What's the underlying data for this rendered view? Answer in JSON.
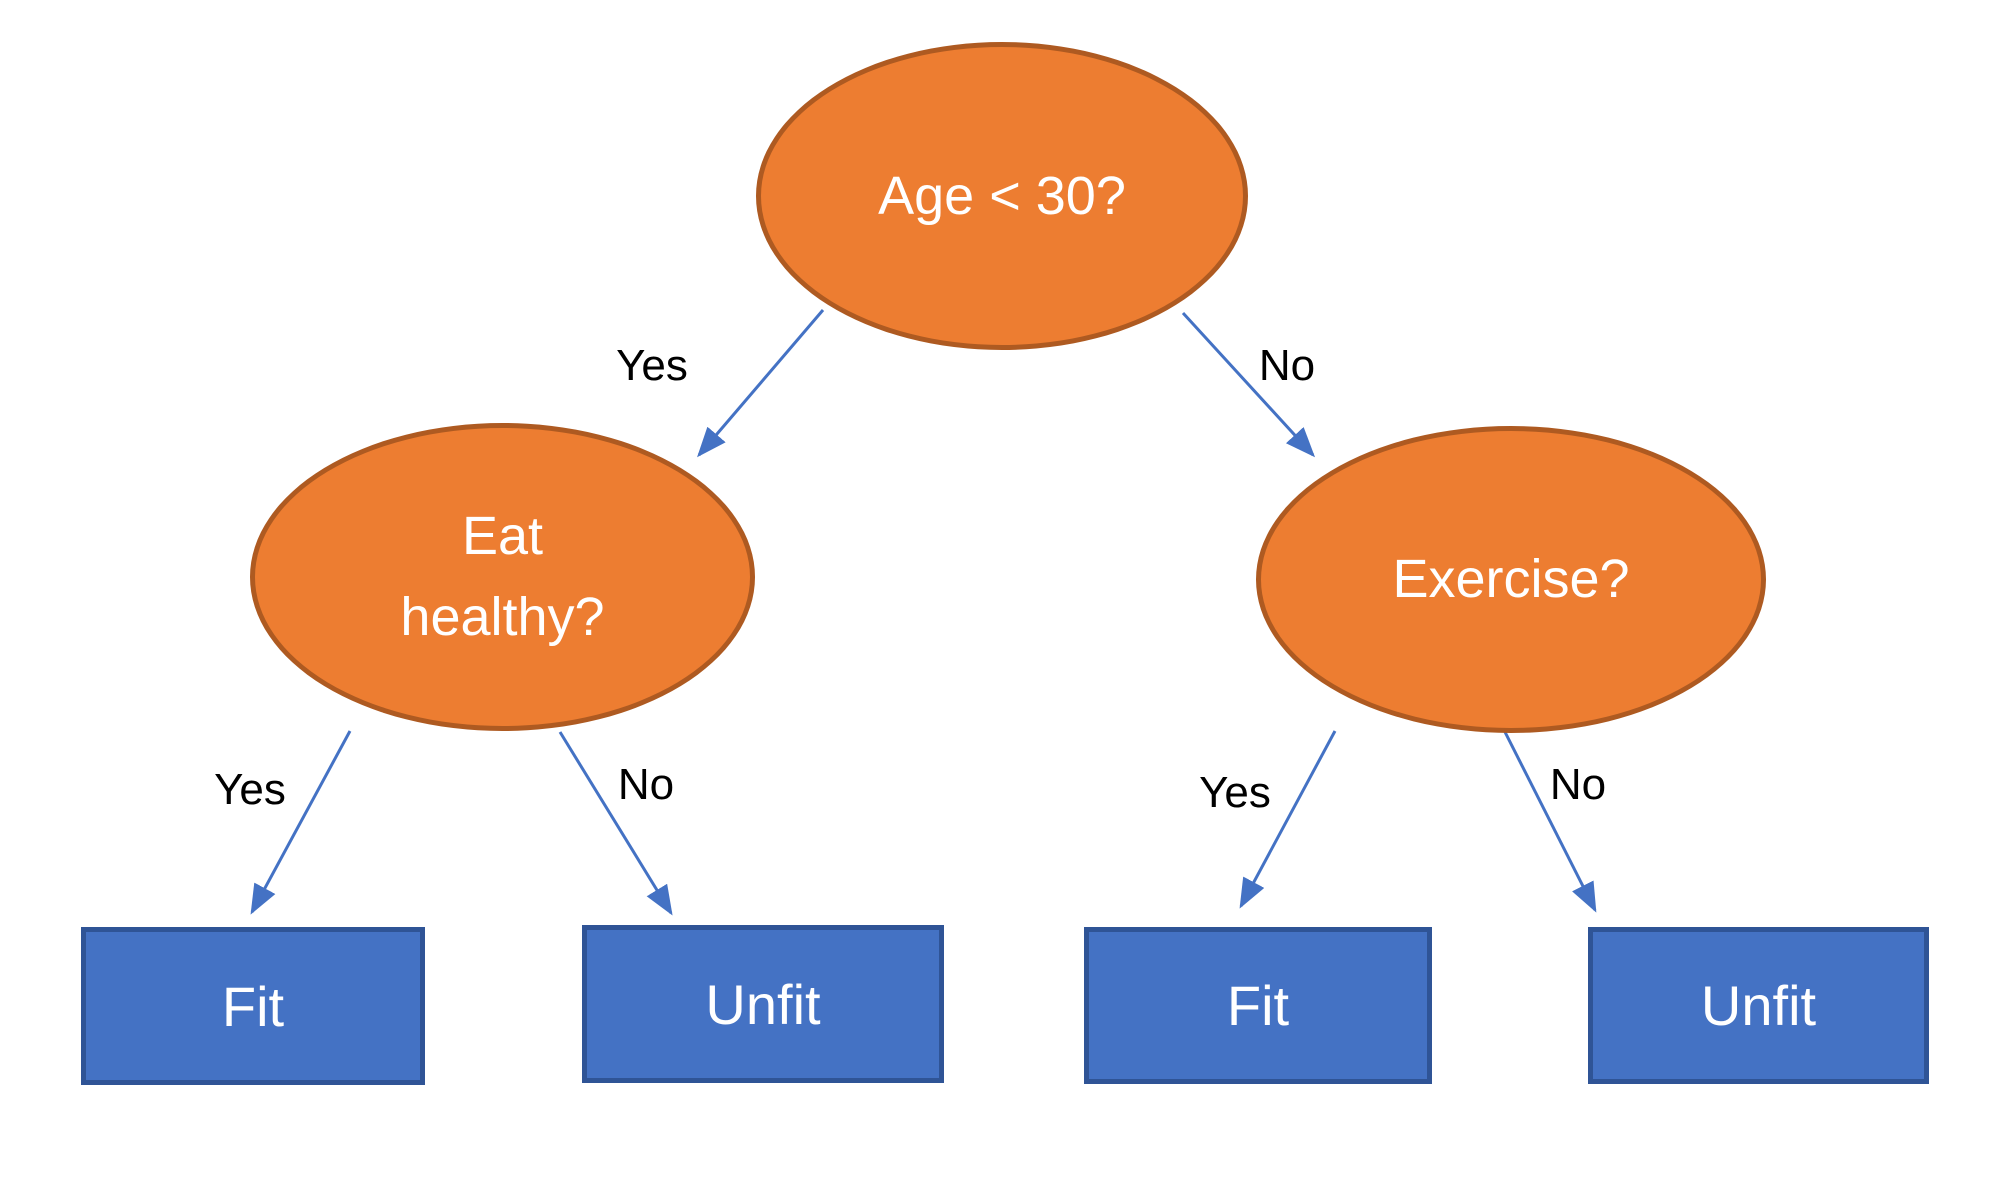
{
  "colors": {
    "background": "#FFFFFF",
    "decision_fill": "#ED7D31",
    "decision_border": "#AE5A21",
    "leaf_fill": "#4472C4",
    "leaf_border": "#2F5496",
    "edge": "#4472C4",
    "edge_label": "#000000",
    "node_text": "#FFFFFF"
  },
  "tree": {
    "root": {
      "label": "Age < 30?"
    },
    "decisions": [
      {
        "label": "Eat healthy?",
        "branch_from_root": "Yes"
      },
      {
        "label": "Exercise?",
        "branch_from_root": "No"
      }
    ],
    "leaves": [
      {
        "label": "Fit",
        "branch": "Yes",
        "parent": "Eat healthy?"
      },
      {
        "label": "Unfit",
        "branch": "No",
        "parent": "Eat healthy?"
      },
      {
        "label": "Fit",
        "branch": "Yes",
        "parent": "Exercise?"
      },
      {
        "label": "Unfit",
        "branch": "No",
        "parent": "Exercise?"
      }
    ]
  }
}
